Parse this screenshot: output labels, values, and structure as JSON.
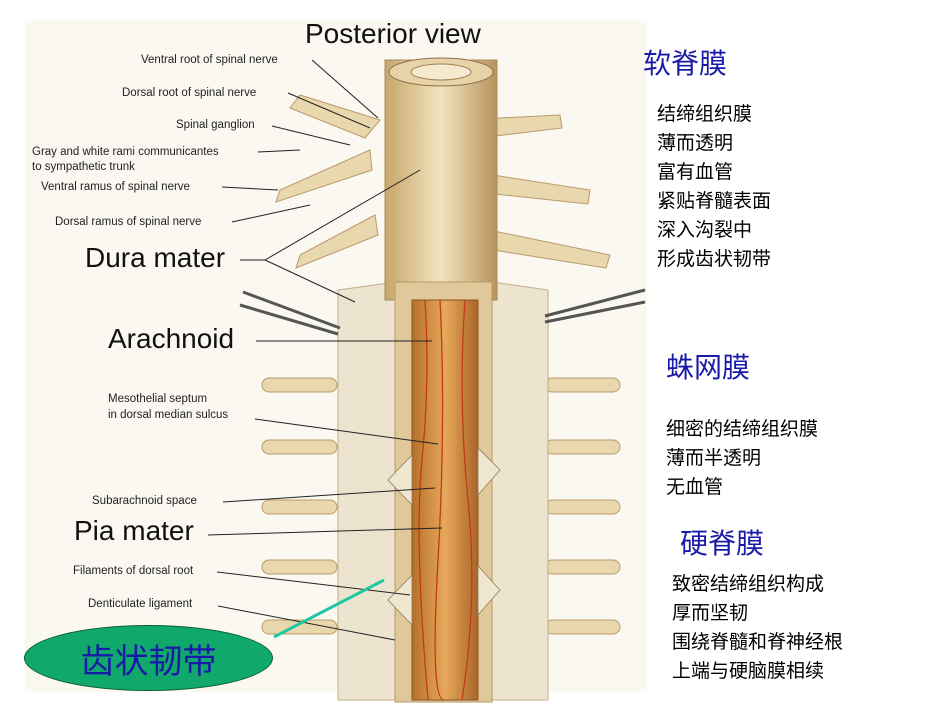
{
  "illustration": {
    "title": "Posterior view",
    "small_labels": [
      "Ventral root of spinal nerve",
      "Dorsal root of spinal nerve",
      "Spinal ganglion",
      "Gray and white rami communicantes",
      "to sympathetic trunk",
      "Ventral ramus of spinal nerve",
      "Dorsal ramus of spinal nerve",
      "Mesothelial septum",
      "in dorsal median sulcus",
      "Subarachnoid space",
      "Filaments of dorsal root",
      "Denticulate ligament"
    ],
    "large_labels": [
      "Dura mater",
      "Arachnoid",
      "Pia mater"
    ],
    "callout": "齿状韧带",
    "colors": {
      "callout_fill": "#11a86b",
      "callout_text": "#1a1aa8",
      "pointer_line": "#1fc9a0",
      "heading": "#1a1aa8"
    }
  },
  "sections": [
    {
      "heading": "软脊膜",
      "lines": [
        "结缔组织膜",
        "薄而透明",
        "富有血管",
        "紧贴脊髓表面",
        "深入沟裂中",
        "形成齿状韧带"
      ]
    },
    {
      "heading": "蛛网膜",
      "lines": [
        "细密的结缔组织膜",
        "薄而半透明",
        "无血管"
      ]
    },
    {
      "heading": "硬脊膜",
      "lines": [
        "致密结缔组织构成",
        "厚而坚韧",
        "围绕脊髓和脊神经根",
        "上端与硬脑膜相续"
      ]
    }
  ]
}
